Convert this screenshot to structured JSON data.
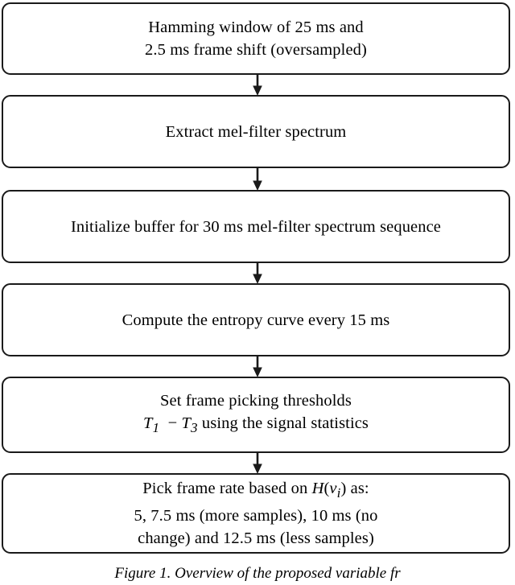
{
  "figure": {
    "type": "flowchart",
    "orientation": "vertical",
    "node_count": 6,
    "connector_count": 5,
    "stroke_color": "#1a1a1a",
    "fill_color": "#ffffff",
    "nodes": [
      {
        "id": "hamming-window",
        "lines": [
          "Hamming window of 25 ms and",
          "2.5 ms frame shift (oversampled)"
        ]
      },
      {
        "id": "extract-mel-filter-spectrum",
        "lines": [
          "Extract mel-filter spectrum"
        ]
      },
      {
        "id": "initialize-buffer",
        "lines": [
          "Initialize buffer for 30 ms mel-filter spectrum sequence"
        ]
      },
      {
        "id": "compute-entropy-curve",
        "lines": [
          "Compute the entropy curve every 15 ms"
        ]
      },
      {
        "id": "set-frame-picking-thresholds",
        "lines": [
          "Set frame picking thresholds",
          "T1 − T3 using the signal statistics"
        ],
        "math": {
          "threshold_low_symbol": "T",
          "threshold_low_subscript": "1",
          "operator": "−",
          "threshold_high_symbol": "T",
          "threshold_high_subscript": "3",
          "tail_text": "using the signal statistics"
        }
      },
      {
        "id": "pick-frame-rate",
        "lines": [
          "Pick frame rate based on H(νi) as:",
          "5, 7.5 ms (more samples), 10 ms (no",
          "change) and 12.5 ms (less samples)"
        ],
        "math": {
          "entropy_symbol": "H",
          "open_paren": "(",
          "variable_symbol": "ν",
          "variable_subscript": "i",
          "close_paren": ")",
          "tail_text": "as:"
        },
        "tail_lines": [
          "5, 7.5 ms (more samples), 10 ms (no",
          "change) and 12.5 ms (less samples)"
        ],
        "head_text": "Pick frame rate based on"
      }
    ]
  },
  "caption": {
    "text": "Figure 1.   Overview of the proposed variable fr"
  }
}
